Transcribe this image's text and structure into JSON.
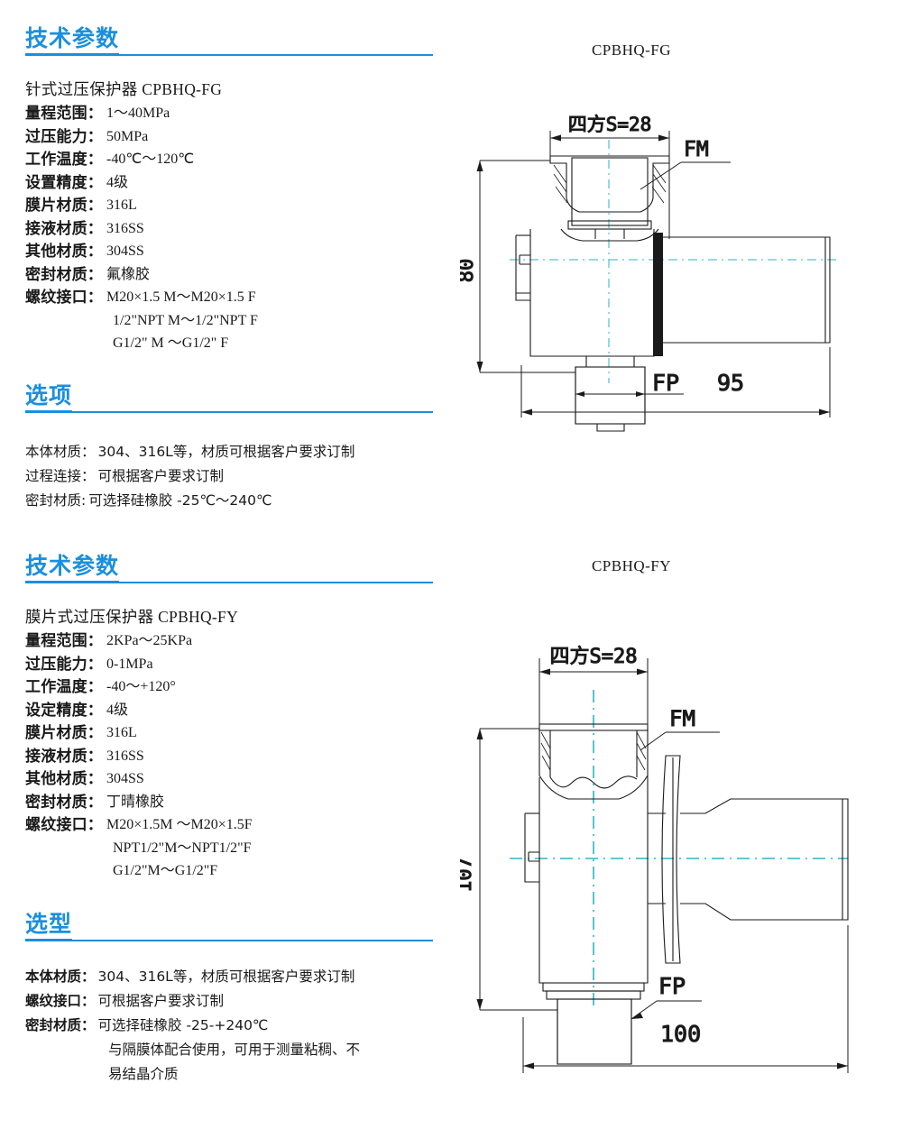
{
  "sections": {
    "tech1": {
      "heading": "技术参数",
      "product": "针式过压保护器  CPBHQ-FG",
      "rows": [
        {
          "label": "量程范围：",
          "value": "1～40MPa"
        },
        {
          "label": "过压能力：",
          "value": "50MPa"
        },
        {
          "label": "工作温度：",
          "value": "-40℃～120℃"
        },
        {
          "label": "设置精度：",
          "value": "4级"
        },
        {
          "label": "膜片材质：",
          "value": "316L"
        },
        {
          "label": "接液材质：",
          "value": "316SS"
        },
        {
          "label": "其他材质：",
          "value": "304SS"
        },
        {
          "label": "密封材质：",
          "value": "氟橡胶"
        },
        {
          "label": "螺纹接口：",
          "value": "M20×1.5  M～M20×1.5  F"
        }
      ],
      "continuation": [
        "1/2\"NPT  M～1/2\"NPT  F",
        "G1/2\"  M ～G1/2\"  F"
      ]
    },
    "options1": {
      "heading": "选项",
      "rows": [
        {
          "label": "本体材质：",
          "value": "304、316L等，材质可根据客户要求订制"
        },
        {
          "label": "过程连接：",
          "value": "可根据客户要求订制"
        },
        {
          "label": "密封材质:",
          "value": "可选择硅橡胶 -25℃～240℃"
        }
      ]
    },
    "tech2": {
      "heading": "技术参数",
      "product": "膜片式过压保护器  CPBHQ-FY",
      "rows": [
        {
          "label": "量程范围：",
          "value": "2KPa～25KPa"
        },
        {
          "label": "过压能力：",
          "value": "0-1MPa"
        },
        {
          "label": "工作温度：",
          "value": "-40～+120°"
        },
        {
          "label": "设定精度：",
          "value": "4级"
        },
        {
          "label": "膜片材质：",
          "value": "316L"
        },
        {
          "label": "接液材质：",
          "value": "316SS"
        },
        {
          "label": "其他材质：",
          "value": "304SS"
        },
        {
          "label": "密封材质：",
          "value": "丁晴橡胶"
        },
        {
          "label": "螺纹接口：",
          "value": "M20×1.5M ～M20×1.5F"
        }
      ],
      "continuation": [
        "NPT1/2\"M～NPT1/2\"F",
        "G1/2\"M～G1/2\"F"
      ]
    },
    "options2": {
      "heading": "选型",
      "rows": [
        {
          "label": "本体材质：",
          "value": "304、316L等，材质可根据客户要求订制"
        },
        {
          "label": "螺纹接口：",
          "value": "可根据客户要求订制"
        },
        {
          "label": "密封材质：",
          "value": "可选择硅橡胶 -25-+240℃"
        }
      ],
      "continuation": [
        "与隔膜体配合使用，可用于测量粘稠、不",
        "易结晶介质"
      ]
    }
  },
  "drawings": {
    "fg": {
      "title": "CPBHQ-FG",
      "square_label": "四方S=28",
      "callout_fm": "FM",
      "callout_fp": "FP",
      "height_dim": "80",
      "width_dim": "95"
    },
    "fy": {
      "title": "CPBHQ-FY",
      "square_label": "四方S=28",
      "callout_fm": "FM",
      "callout_fp": "FP",
      "height_dim": "107",
      "width_dim": "100"
    }
  },
  "colors": {
    "accent": "#1a8fdd",
    "centerline": "#29b6c8",
    "line": "#1a1a1a"
  }
}
